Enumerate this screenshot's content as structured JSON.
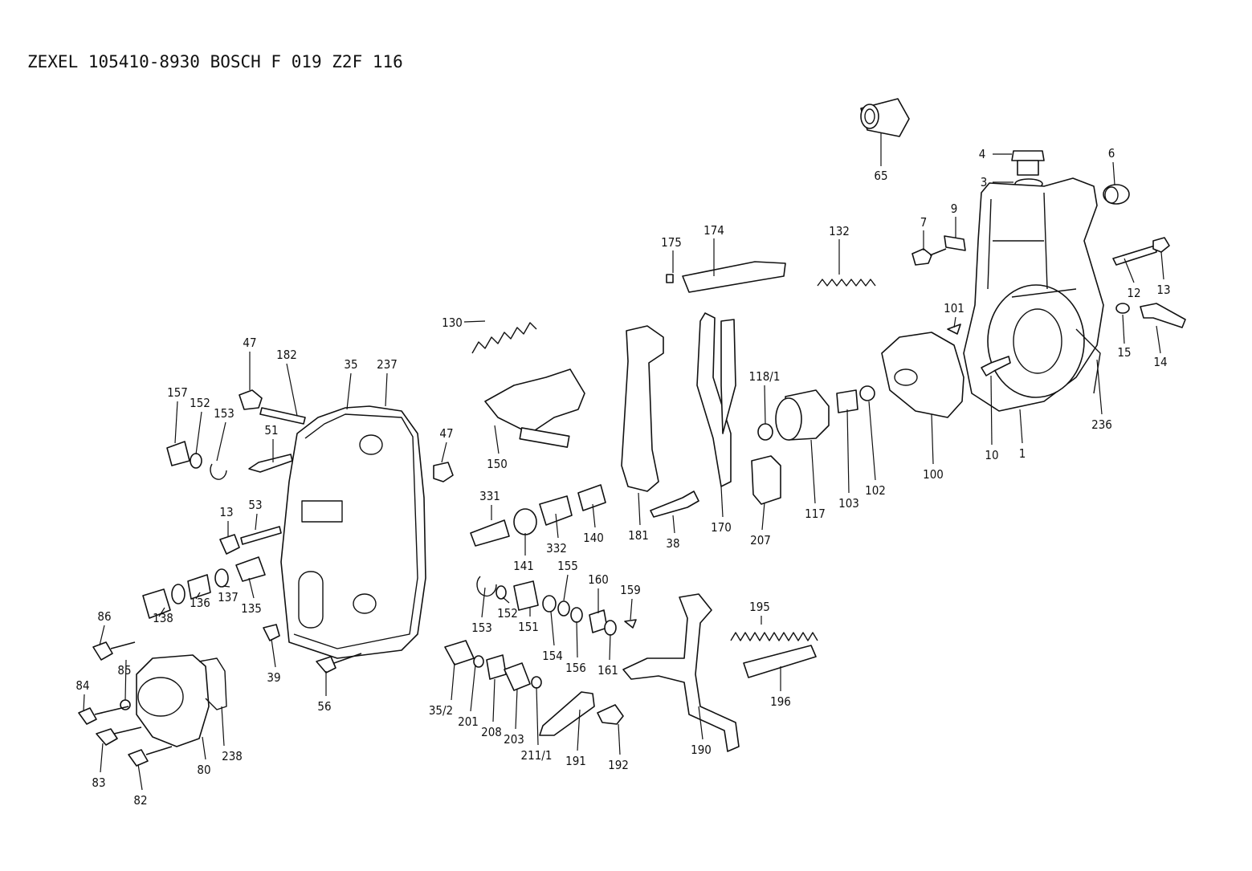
{
  "title": "ZEXEL  105410-8930  BOSCH  F 019 Z2F 116",
  "labels": [
    "65",
    "4",
    "3",
    "6",
    "174",
    "175",
    "132",
    "7",
    "9",
    "12",
    "13",
    "101",
    "14",
    "15",
    "130",
    "236",
    "1",
    "10",
    "100",
    "102",
    "103",
    "117",
    "118/1",
    "47",
    "182",
    "35",
    "237",
    "157",
    "152",
    "153",
    "51",
    "47",
    "150",
    "13",
    "53",
    "331",
    "141",
    "332",
    "140",
    "181",
    "38",
    "170",
    "207",
    "138",
    "136",
    "137",
    "135",
    "155",
    "160",
    "159",
    "153",
    "152",
    "151",
    "154",
    "156",
    "161",
    "195",
    "196",
    "86",
    "85",
    "39",
    "56",
    "84",
    "83",
    "82",
    "80",
    "238",
    "35/2",
    "201",
    "208",
    "203",
    "211/1",
    "191",
    "192",
    "190"
  ]
}
